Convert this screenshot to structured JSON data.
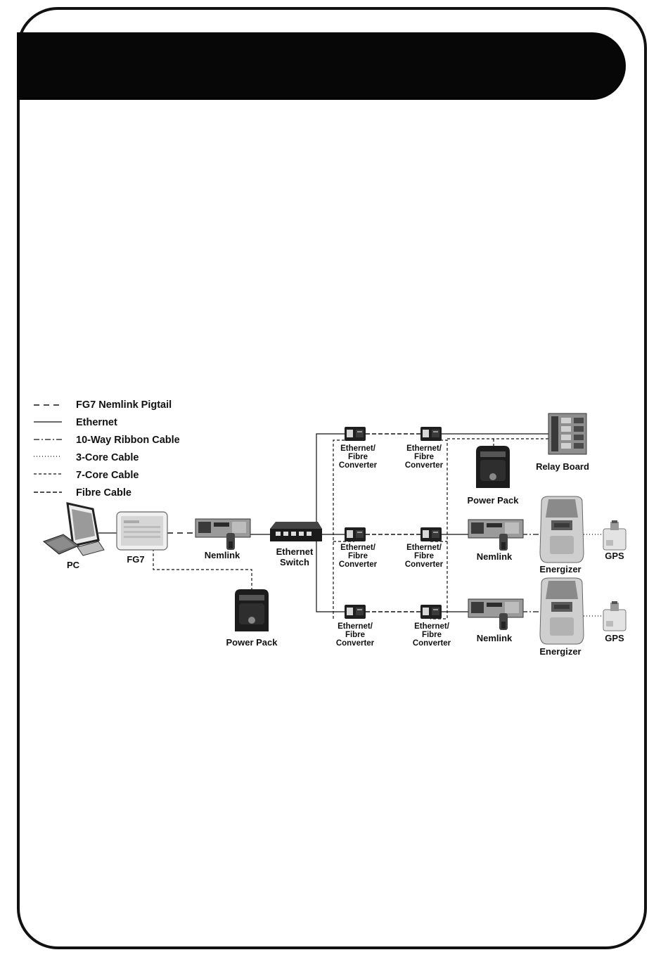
{
  "legend": [
    {
      "label": "FG7 Nemlink Pigtail",
      "style": "pigtail"
    },
    {
      "label": "Ethernet",
      "style": "ethernet"
    },
    {
      "label": "10-Way Ribbon Cable",
      "style": "ribbon"
    },
    {
      "label": "3-Core Cable",
      "style": "three-core"
    },
    {
      "label": "7-Core Cable",
      "style": "seven-core"
    },
    {
      "label": "Fibre Cable",
      "style": "fibre"
    }
  ],
  "devices": {
    "pc": "PC",
    "fg7": "FG7",
    "nemlink": "Nemlink",
    "ethernet_switch": [
      "Ethernet",
      "Switch"
    ],
    "power_pack": "Power Pack",
    "converter": [
      "Ethernet/",
      "Fibre",
      "Converter"
    ],
    "relay_board": "Relay Board",
    "energizer": "Energizer",
    "gps": "GPS"
  },
  "colors": {
    "frame": "#111111",
    "header": "#070707",
    "device_dark": "#1c1c1c",
    "device_light": "#d2d2d2"
  }
}
